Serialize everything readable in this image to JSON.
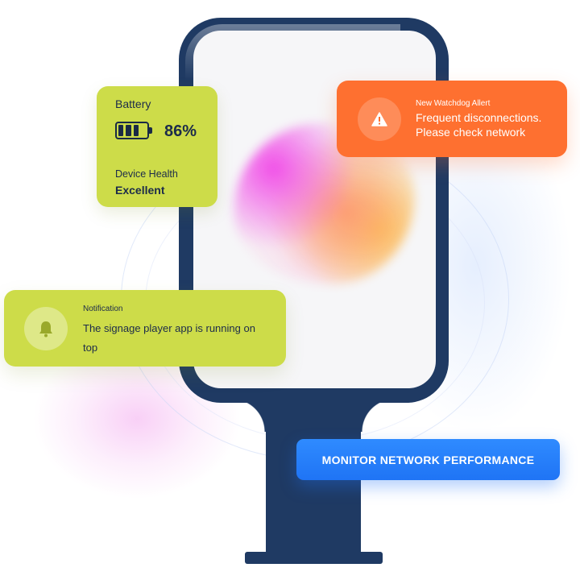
{
  "battery_card": {
    "title": "Battery",
    "percent_text": "86%",
    "level": 0.86,
    "health_label": "Device Health",
    "health_value": "Excellent",
    "icon": "battery-icon"
  },
  "alert_card": {
    "kicker": "New Watchdog Allert",
    "message": "Frequent disconnections. Please check network",
    "icon": "warning-triangle-icon"
  },
  "notification_card": {
    "kicker": "Notification",
    "message": "The signage player app is running on top",
    "icon": "bell-icon"
  },
  "cta": {
    "label": "MONITOR NETWORK PERFORMANCE"
  },
  "colors": {
    "lime": "#cddc49",
    "orange": "#fe7030",
    "navy": "#1f3a63",
    "blue": "#1f74f5"
  }
}
